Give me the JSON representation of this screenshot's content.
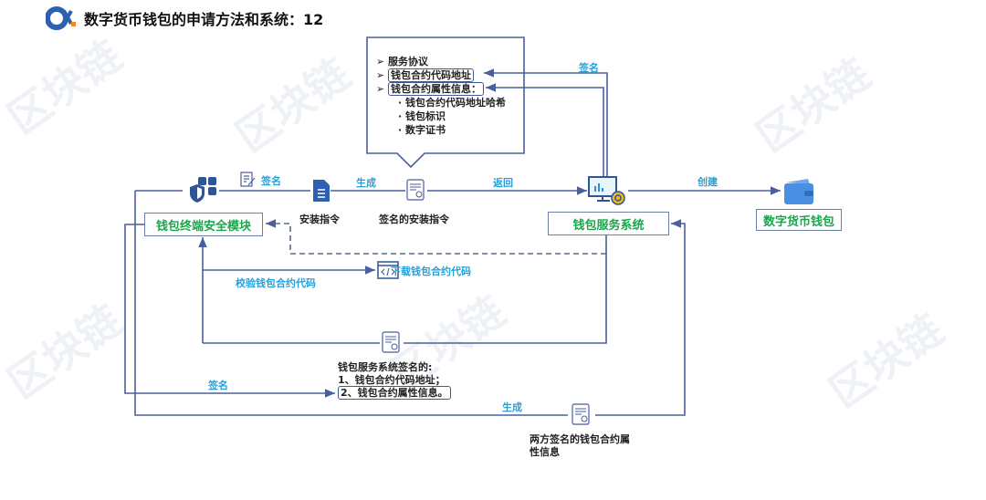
{
  "header": {
    "title": "数字货币钱包的申请方法和系统：12"
  },
  "watermark": "区块链",
  "info_box": {
    "items": [
      "服务协议",
      "钱包合约代码地址",
      "钱包合约属性信息："
    ],
    "subitems": [
      "· 钱包合约代码地址哈希",
      "· 钱包标识",
      "· 数字证书"
    ]
  },
  "nodes": {
    "security_module": "钱包终端安全模块",
    "install_cmd": "安装指令",
    "signed_install_cmd": "签名的安装指令",
    "wallet_service": "钱包服务系统",
    "digital_wallet": "数字货币钱包",
    "download_code": "下载钱包合约代码",
    "service_signed": [
      "钱包服务系统签名的:",
      "1、钱包合约代码地址；",
      "2、钱包合约属性信息。"
    ],
    "both_signed": [
      "两方签名的钱包合约属",
      "性信息"
    ]
  },
  "edge_labels": {
    "sign_top": "签名",
    "sign_left": "签名",
    "generate": "生成",
    "return": "返回",
    "create": "创建",
    "verify": "校验钱包合约代码",
    "sign_bottom": "签名",
    "generate_bottom": "生成"
  },
  "colors": {
    "line": "#4a5f9c",
    "label": "#2a9fd6",
    "node_text": "#1aa64a",
    "icon": "#2e5597"
  }
}
